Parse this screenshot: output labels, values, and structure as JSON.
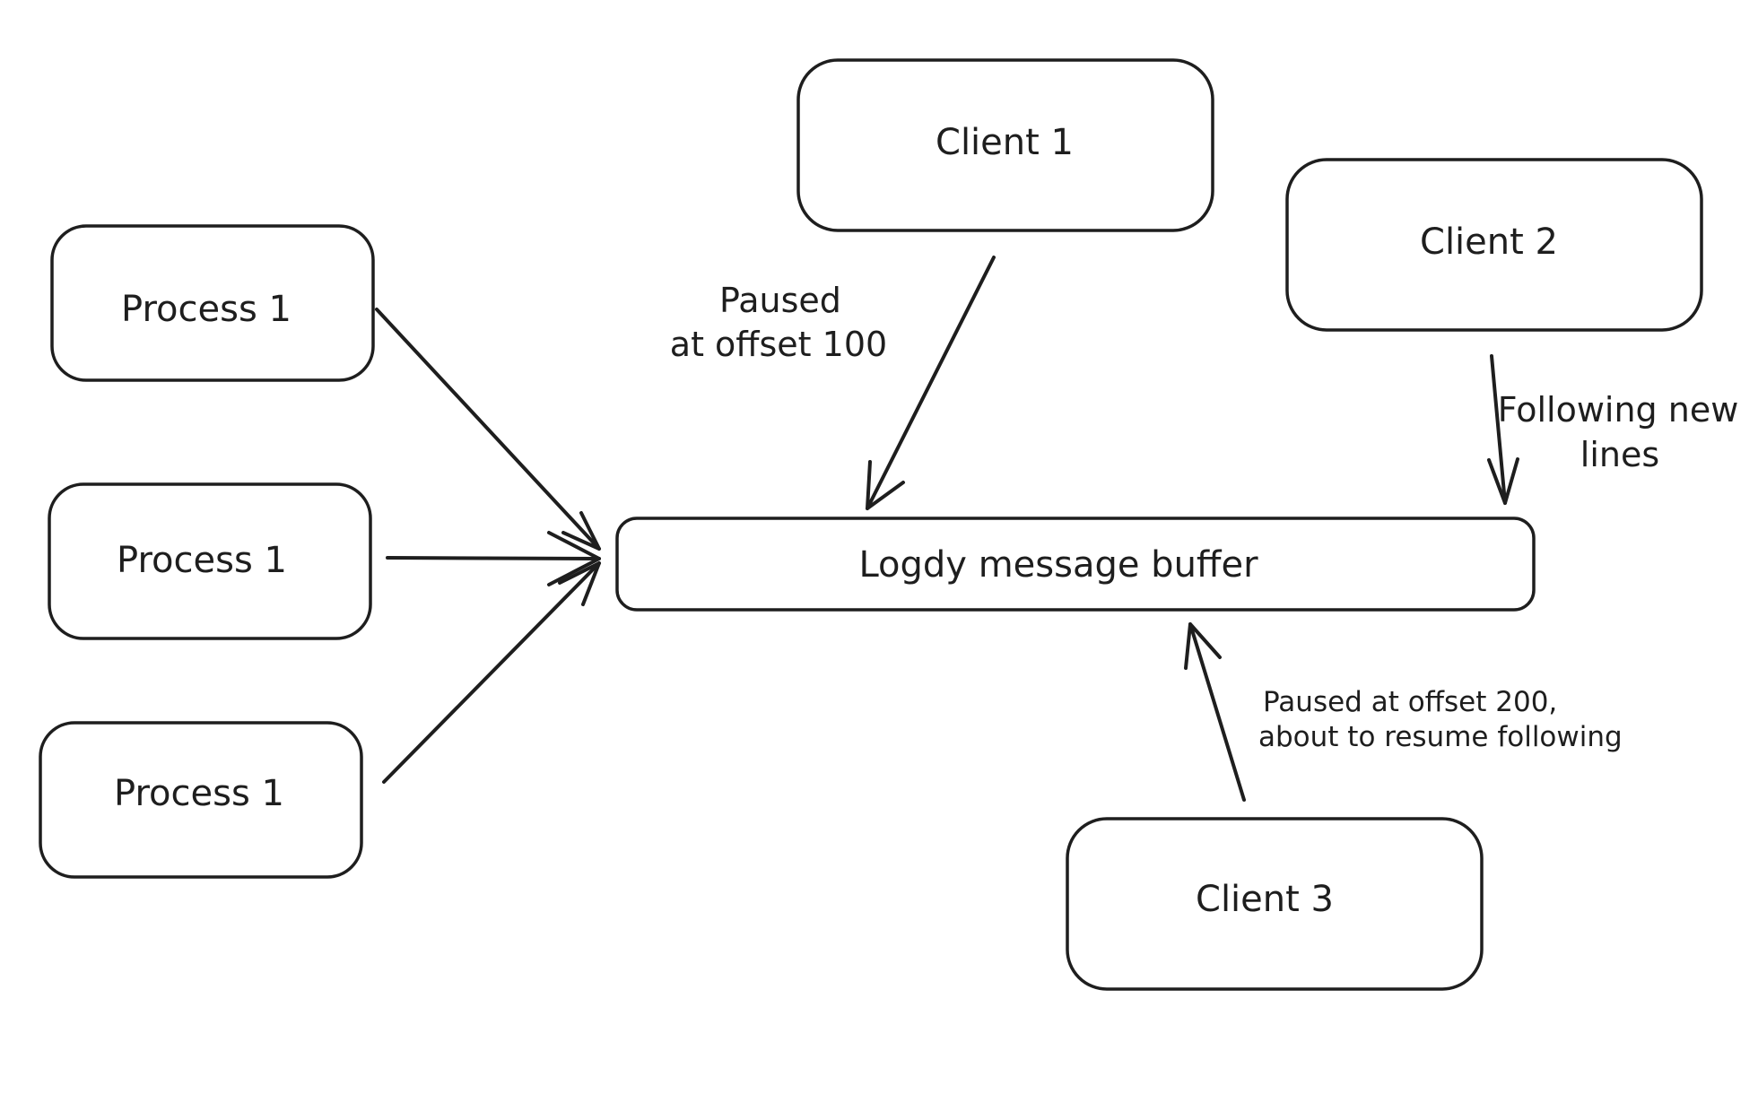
{
  "nodes": {
    "process_1": "Process 1",
    "process_2": "Process 1",
    "process_3": "Process 1",
    "buffer": "Logdy message buffer",
    "client_1": "Client 1",
    "client_2": "Client 2",
    "client_3": "Client 3"
  },
  "annotations": {
    "client_1_line1": "Paused",
    "client_1_line2": "at offset 100",
    "client_2_line1": "Following new",
    "client_2_line2": "lines",
    "client_3_line1": "Paused at offset 200,",
    "client_3_line2": "about to resume following"
  },
  "colors": {
    "stroke": "#1e1e1e",
    "background": "#ffffff"
  }
}
